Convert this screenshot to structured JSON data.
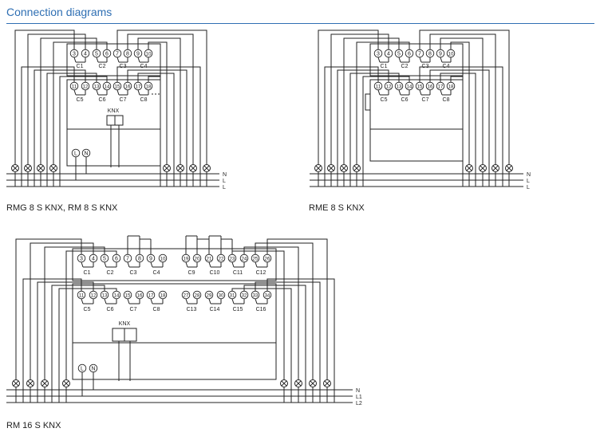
{
  "header": {
    "title": "Connection diagrams"
  },
  "diagrams": [
    {
      "caption": "RMG 8 S KNX, RM 8 S KNX",
      "top_terminals": [
        "3",
        "4",
        "5",
        "6",
        "7",
        "8",
        "9",
        "10"
      ],
      "top_channels": [
        "C1",
        "C2",
        "C3",
        "C4"
      ],
      "bottom_terminals": [
        "11",
        "12",
        "13",
        "14",
        "15",
        "16",
        "17",
        "18"
      ],
      "bottom_channels": [
        "C5",
        "C6",
        "C7",
        "C8"
      ],
      "bus_label": "KNX",
      "power_terminals": [
        "L",
        "N"
      ],
      "line_labels": [
        "N",
        "L",
        "L"
      ]
    },
    {
      "caption": "RME 8 S KNX",
      "top_terminals": [
        "3",
        "4",
        "5",
        "6",
        "7",
        "8",
        "9",
        "10"
      ],
      "top_channels": [
        "C1",
        "C2",
        "C3",
        "C4"
      ],
      "bottom_terminals": [
        "11",
        "12",
        "13",
        "14",
        "15",
        "16",
        "17",
        "18"
      ],
      "bottom_channels": [
        "C5",
        "C6",
        "C7",
        "C8"
      ],
      "line_labels": [
        "N",
        "L",
        "L"
      ]
    },
    {
      "caption": "RM 16 S KNX",
      "top_terminals_a": [
        "3",
        "4",
        "5",
        "6",
        "7",
        "8",
        "9",
        "10"
      ],
      "top_terminals_b": [
        "19",
        "20",
        "21",
        "22",
        "23",
        "24",
        "25",
        "26"
      ],
      "top_channels": [
        "C1",
        "C2",
        "C3",
        "C4",
        "C9",
        "C10",
        "C11",
        "C12"
      ],
      "bottom_terminals_a": [
        "11",
        "12",
        "13",
        "14",
        "15",
        "16",
        "17",
        "18"
      ],
      "bottom_terminals_b": [
        "27",
        "28",
        "29",
        "30",
        "31",
        "32",
        "33",
        "34"
      ],
      "bottom_channels": [
        "C5",
        "C6",
        "C7",
        "C8",
        "C13",
        "C14",
        "C15",
        "C16"
      ],
      "bus_label": "KNX",
      "power_terminals": [
        "L",
        "N"
      ],
      "line_labels": [
        "N",
        "L1",
        "L2"
      ]
    }
  ]
}
